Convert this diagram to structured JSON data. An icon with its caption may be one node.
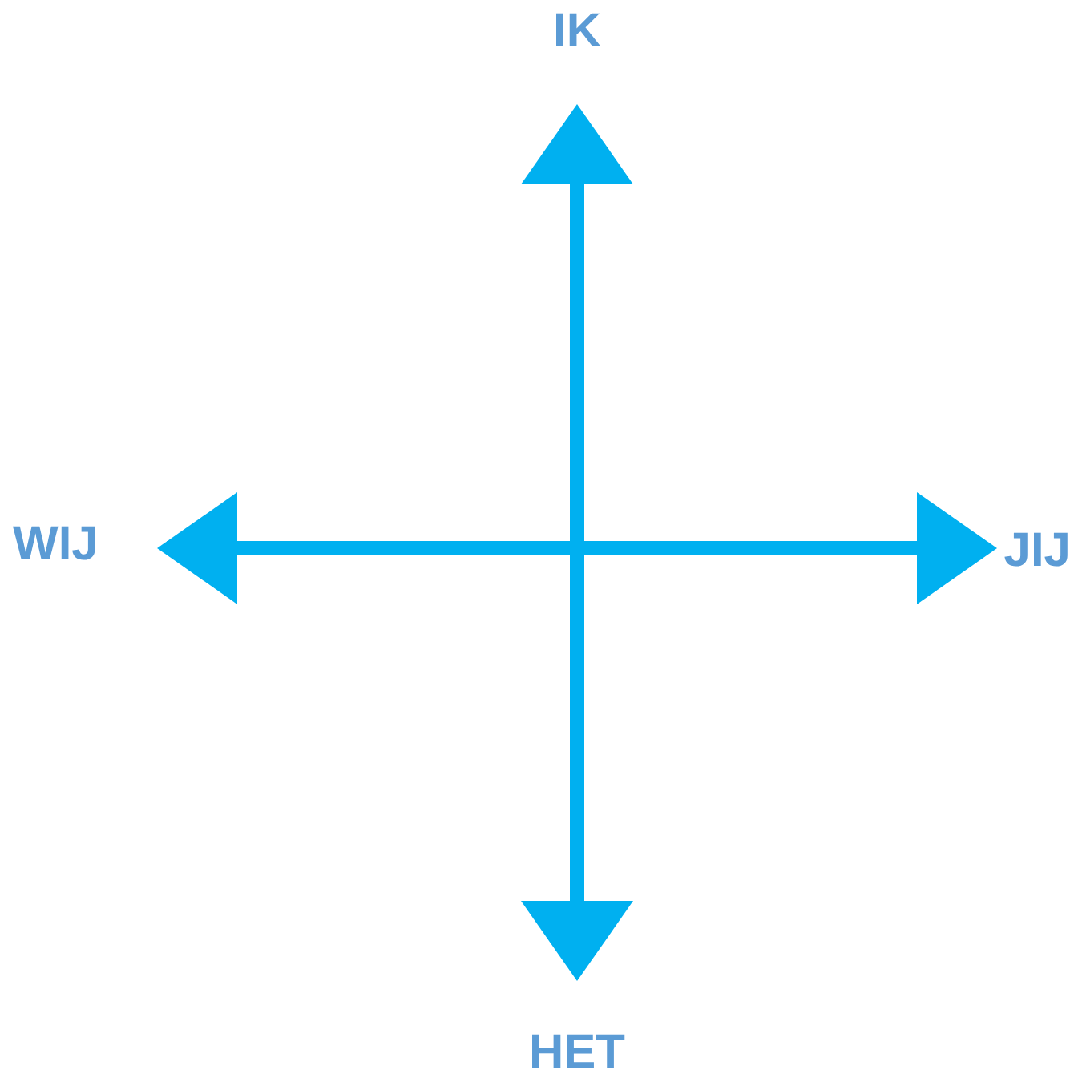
{
  "diagram": {
    "nodes": [
      {
        "text": [
          "IK"
        ]
      },
      {
        "text": [
          "WIJ"
        ]
      },
      {
        "text": [
          "JIJ"
        ]
      },
      {
        "text": [
          "HET"
        ]
      }
    ],
    "edges": [
      {
        "from": 0,
        "to": 3,
        "arrow": "both"
      },
      {
        "from": 1,
        "to": 2,
        "arrow": "both"
      }
    ]
  }
}
